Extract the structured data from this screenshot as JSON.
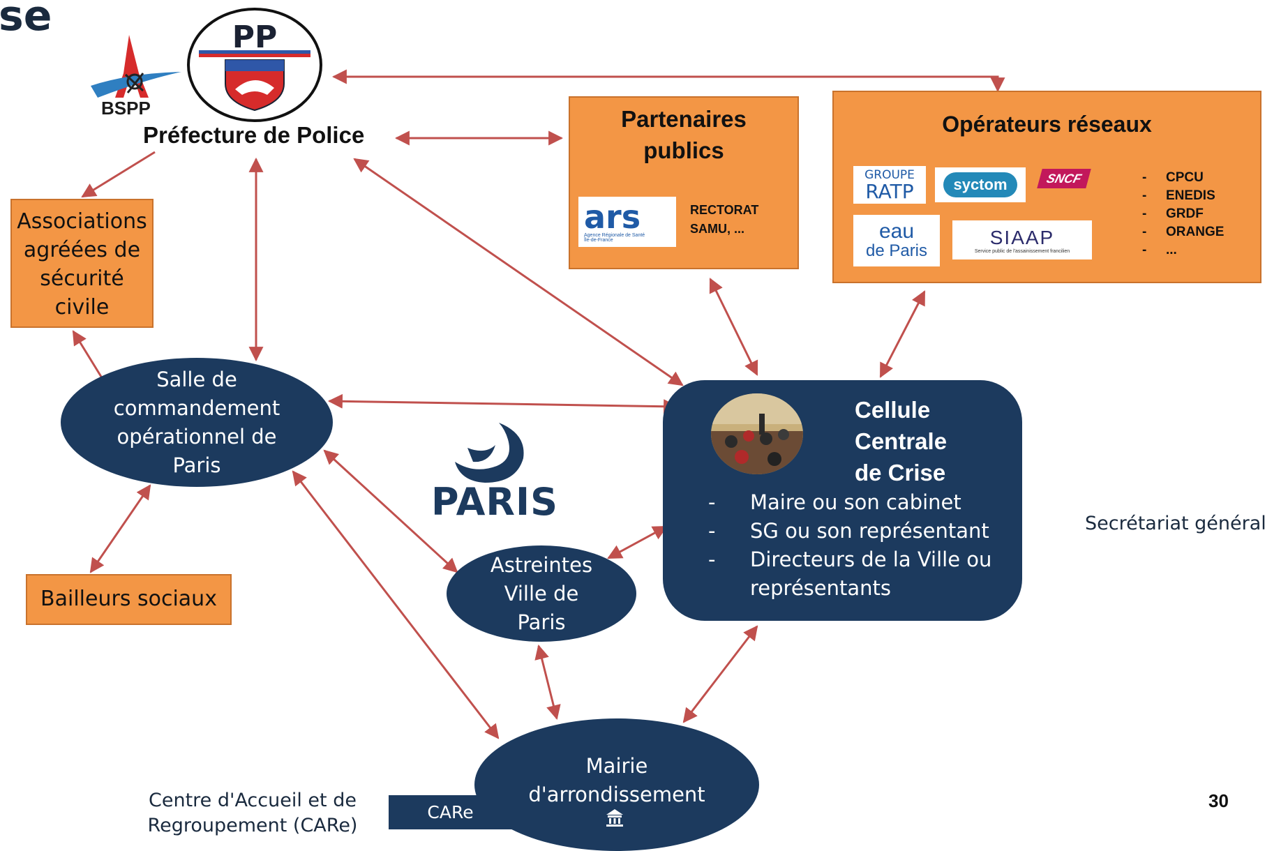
{
  "slide": {
    "title_fragment": "se",
    "page_number": "30"
  },
  "prefecture": {
    "label": "Préfecture de Police",
    "bspp_label": "BSPP",
    "pp_monogram": "PP"
  },
  "partenaires": {
    "title_line1": "Partenaires",
    "title_line2": "publics",
    "ars_logo_text": "ars",
    "ars_logo_subtext": "Agence Régionale de Santé Île-de-France",
    "others_line1": "RECTORAT",
    "others_line2": "SAMU, ..."
  },
  "operateurs": {
    "title": "Opérateurs réseaux",
    "logos": {
      "ratp_line1": "GROUPE",
      "ratp_line2": "RATP",
      "syctom": "syctom",
      "sncf": "SNCF",
      "eau_line1": "eau",
      "eau_line2": "de Paris",
      "siaap": "SIAAP",
      "siaap_sub": "Service public de l'assainissement francilien"
    },
    "list": [
      "CPCU",
      "ENEDIS",
      "GRDF",
      "ORANGE",
      "..."
    ]
  },
  "associations": {
    "line1": "Associations",
    "line2": "agréées de",
    "line3": "sécurité",
    "line4": "civile"
  },
  "bailleurs": {
    "label": "Bailleurs sociaux"
  },
  "salle": {
    "label": "Salle de\ncommandement\nopérationnel de\nParis"
  },
  "astreintes": {
    "label": "Astreintes\nVille de\nParis"
  },
  "mairie": {
    "label": "Mairie\nd'arrondissement"
  },
  "paris_logo": {
    "text": "PARIS"
  },
  "cellule": {
    "title_line1": "Cellule",
    "title_line2": "Centrale",
    "title_line3": "de Crise",
    "items": [
      "Maire ou son cabinet",
      "SG ou son représentant",
      "Directeurs de la Ville ou",
      "représentants"
    ],
    "item_dashes": [
      "-",
      "-",
      "-",
      ""
    ]
  },
  "notes": {
    "secretariat": "Secrétariat général",
    "care_line1": "Centre d'Accueil et de",
    "care_line2": "Regroupement (CARe)",
    "care_box": "CARe"
  },
  "colors": {
    "orange": "#f39645",
    "navy": "#1c3a5e",
    "arrow": "#c0504d"
  }
}
